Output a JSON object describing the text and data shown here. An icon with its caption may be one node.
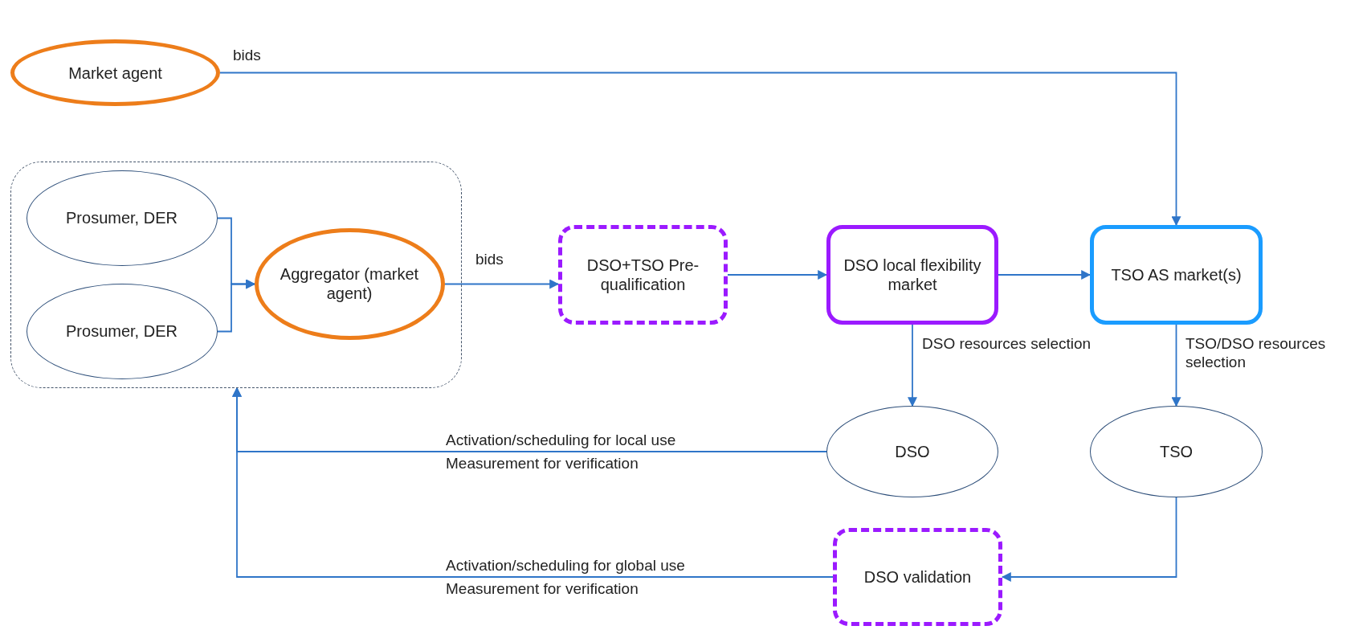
{
  "diagram": {
    "nodes": [
      {
        "text": [
          "Market agent"
        ]
      },
      {
        "text": [],
        "shape": "box"
      },
      {
        "text": [
          "Prosumer, DER"
        ],
        "in": 1
      },
      {
        "text": [
          "Prosumer, DER"
        ],
        "in": 1
      },
      {
        "text": [
          "Aggregator (market agent)"
        ],
        "in": 1
      },
      {
        "text": [
          "DSO+TSO Pre-qualification"
        ]
      },
      {
        "text": [
          "DSO local flexibility market"
        ]
      },
      {
        "text": [
          "TSO AS market(s)"
        ]
      },
      {
        "text": [
          "DSO"
        ]
      },
      {
        "text": [
          "TSO"
        ]
      },
      {
        "text": [
          "DSO validation"
        ]
      }
    ],
    "edges": [
      {
        "from": 0,
        "to": 7,
        "arrow": "to",
        "label": "bids"
      },
      {
        "from": 2,
        "to": 4,
        "arrow": "to"
      },
      {
        "from": 3,
        "to": 4,
        "arrow": "to"
      },
      {
        "from": 4,
        "to": 5,
        "arrow": "to",
        "label": "bids"
      },
      {
        "from": 5,
        "to": 6,
        "arrow": "to"
      },
      {
        "from": 6,
        "to": 7,
        "arrow": "to"
      },
      {
        "from": 6,
        "to": 8,
        "arrow": "to",
        "label": "DSO resources selection"
      },
      {
        "from": 7,
        "to": 9,
        "arrow": "to",
        "label": "TSO/DSO resources selection"
      },
      {
        "from": 8,
        "to": 1,
        "arrow": "to",
        "label": "Activation/scheduling for local use Measurement for verification"
      },
      {
        "from": 10,
        "to": 1,
        "arrow": "to",
        "label": "Activation/scheduling for global use Measurement for verification"
      },
      {
        "from": 9,
        "to": 10,
        "arrow": "to"
      }
    ]
  }
}
